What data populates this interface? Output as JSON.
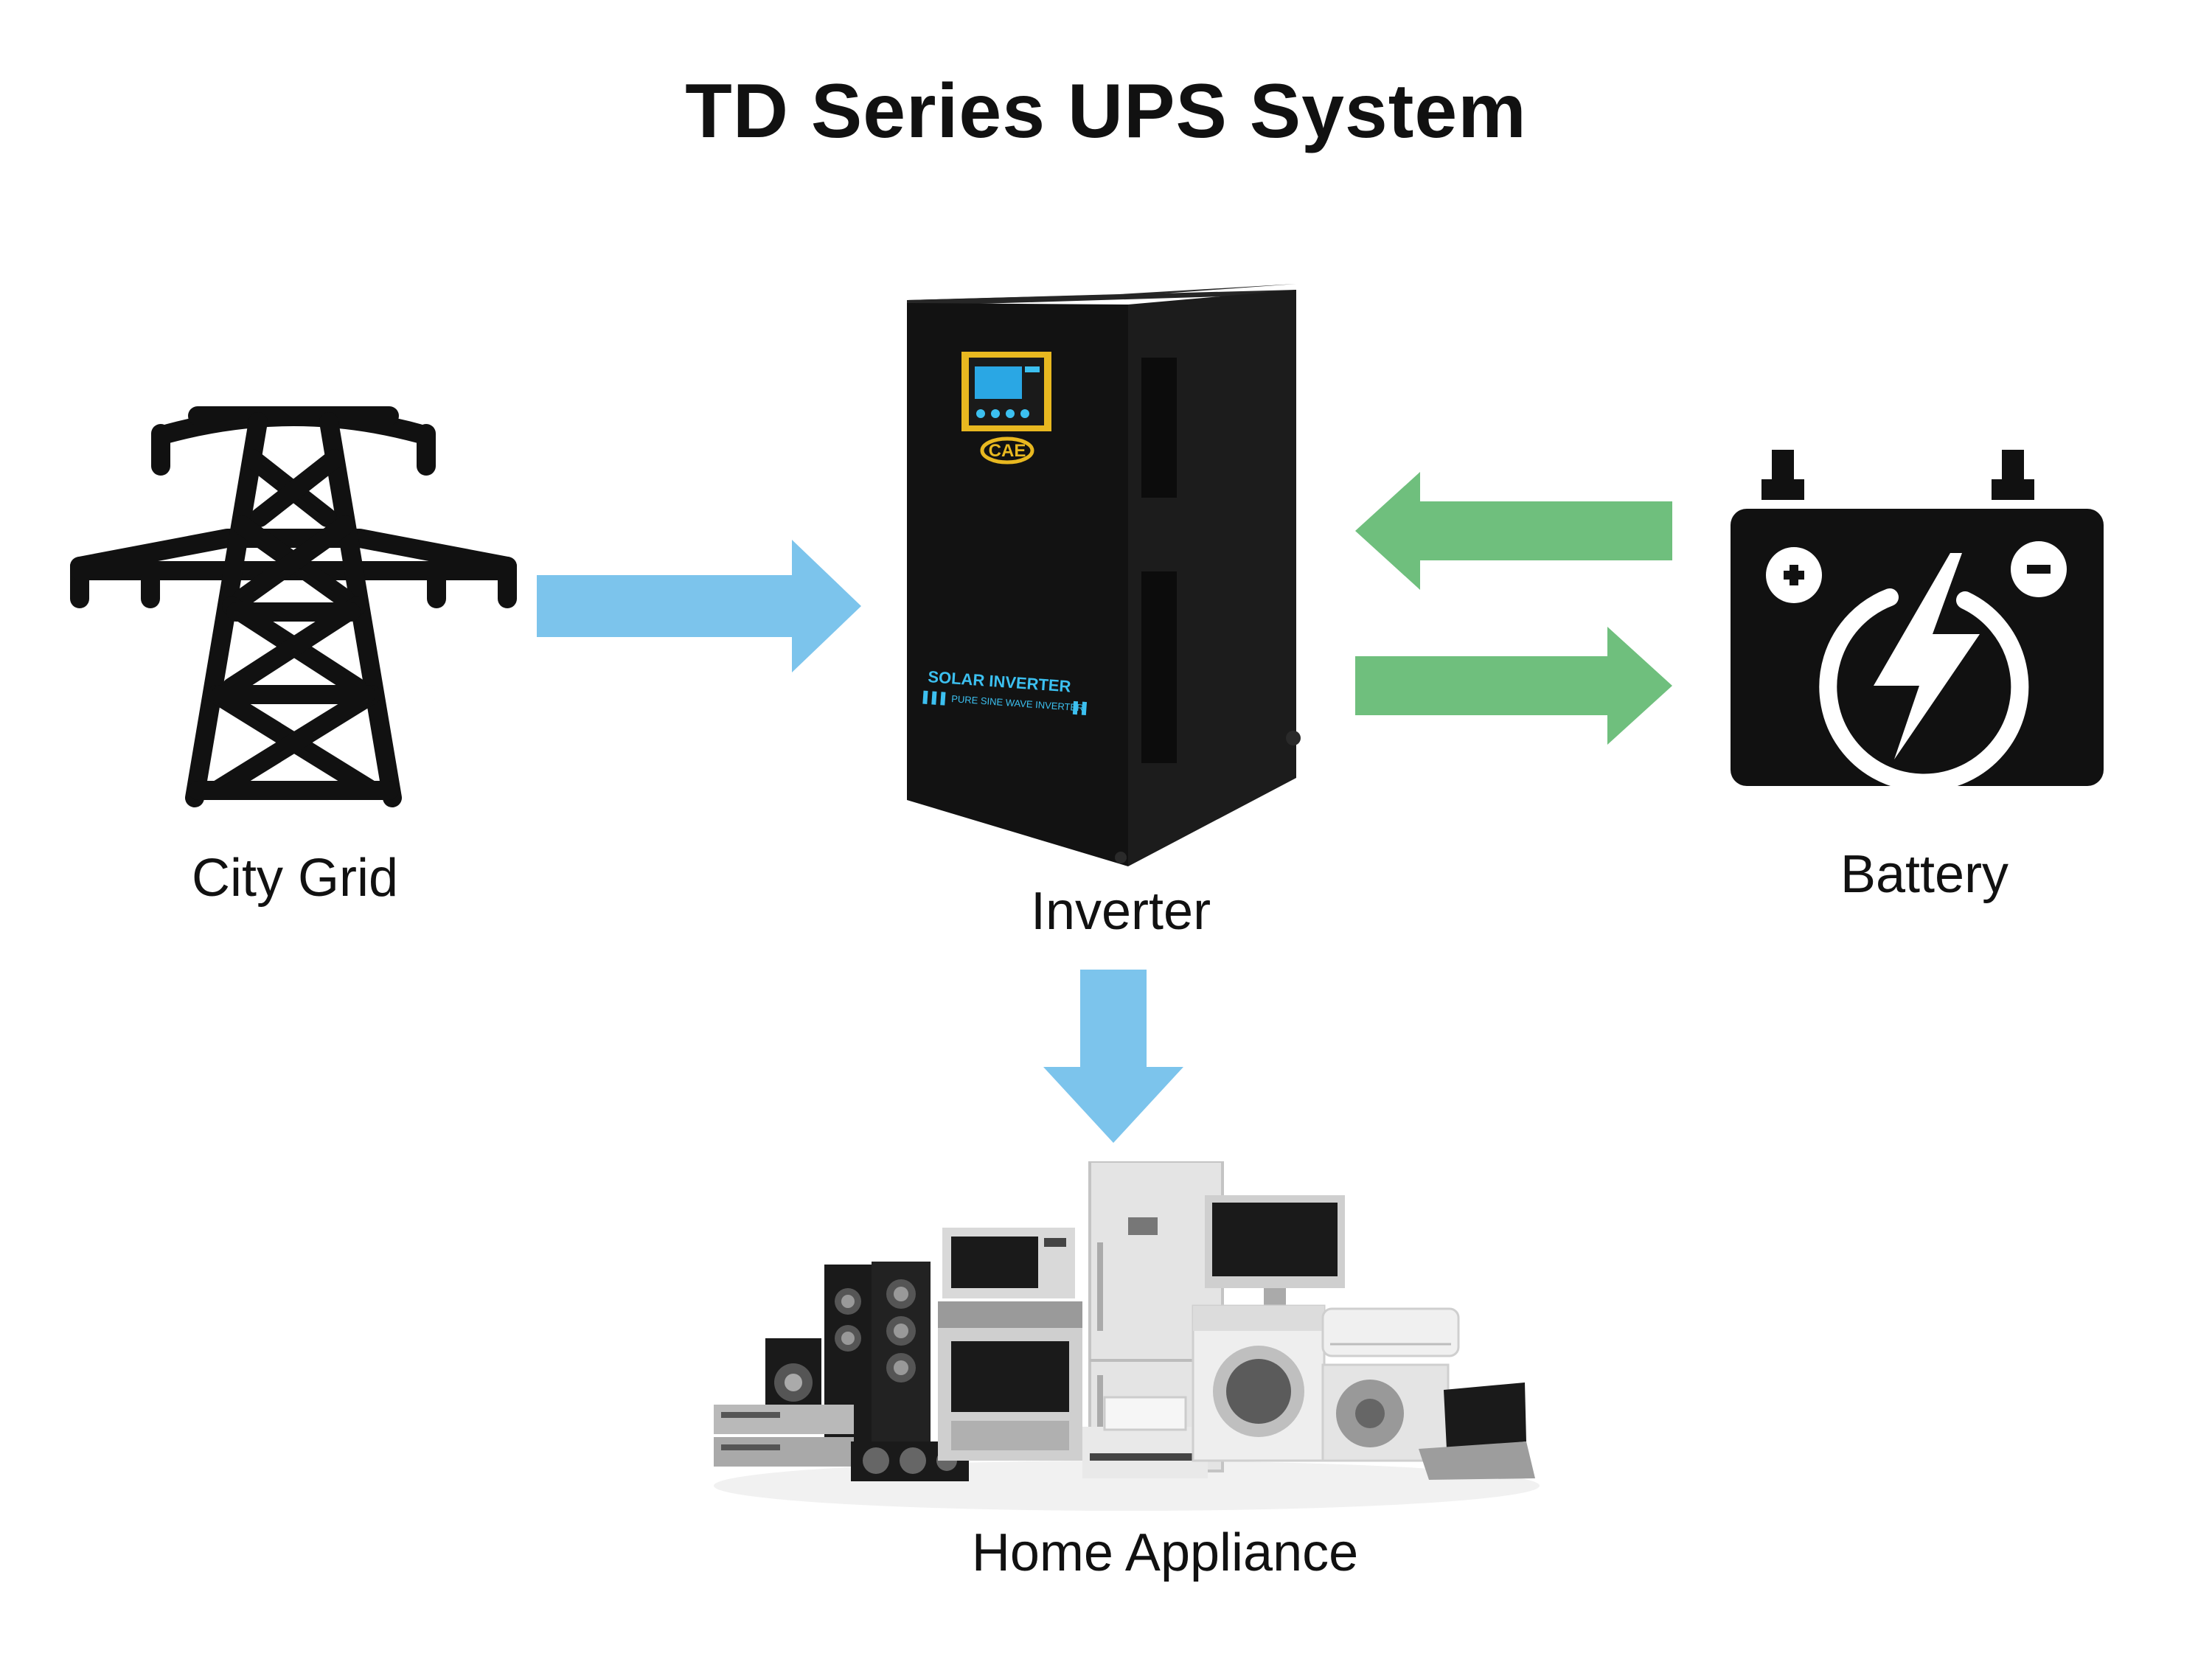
{
  "title": "TD Series UPS System",
  "labels": {
    "city_grid": "City Grid",
    "inverter": "Inverter",
    "battery": "Battery",
    "home_appliance": "Home Appliance"
  },
  "inverter_panel": {
    "brand": "CAE",
    "line1": "SOLAR INVERTER",
    "line2": "PURE SINE WAVE INVERTER"
  },
  "colors": {
    "grid_arrow": "#7cc4ec",
    "battery_arrows": "#6fbf7d",
    "appliance_arrow": "#7cc4ec",
    "icon_black": "#111111"
  },
  "icons": [
    "transmission-tower-icon",
    "inverter-cabinet",
    "battery-icon",
    "home-appliances"
  ]
}
